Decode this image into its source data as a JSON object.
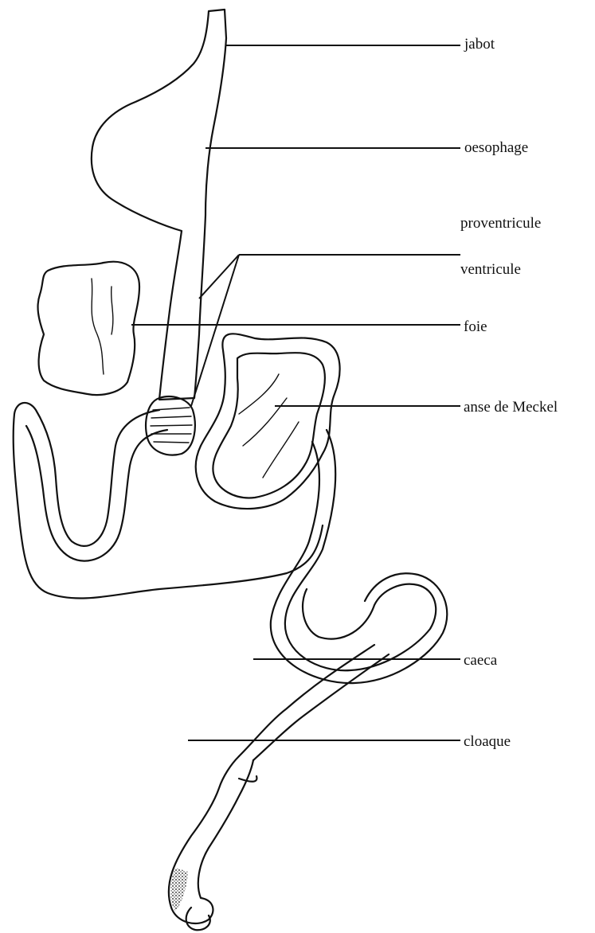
{
  "labels": {
    "jabot": "jabot",
    "oesophage": "oesophage",
    "proventricule": "proventricule",
    "ventricule": "ventricule",
    "foie": "foie",
    "anse_meckel": "anse de Meckel",
    "caeca": "caeca",
    "cloaque": "cloaque"
  }
}
